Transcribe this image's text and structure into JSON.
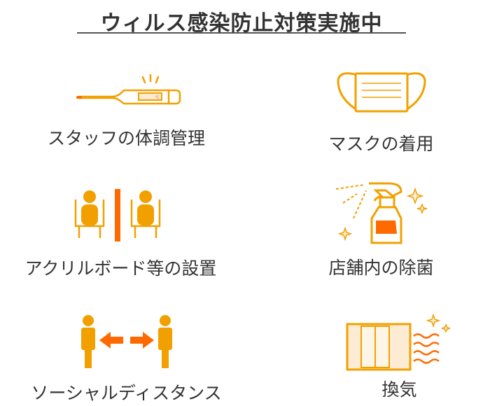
{
  "title": "ウィルス感染防止対策実施中",
  "colors": {
    "orange": "#f2a000",
    "accent": "#ff6a00",
    "fill": "#fdebd3"
  },
  "items": [
    {
      "label": "スタッフの体調管理",
      "icon": "thermometer-icon",
      "unit": "℃"
    },
    {
      "label": "マスクの着用",
      "icon": "mask-icon"
    },
    {
      "label": "アクリルボード等の設置",
      "icon": "acrylic-board-icon"
    },
    {
      "label": "店舗内の除菌",
      "icon": "spray-bottle-icon"
    },
    {
      "label": "ソーシャルディスタンス",
      "icon": "social-distance-icon"
    },
    {
      "label": "換気",
      "icon": "ventilation-icon"
    }
  ]
}
